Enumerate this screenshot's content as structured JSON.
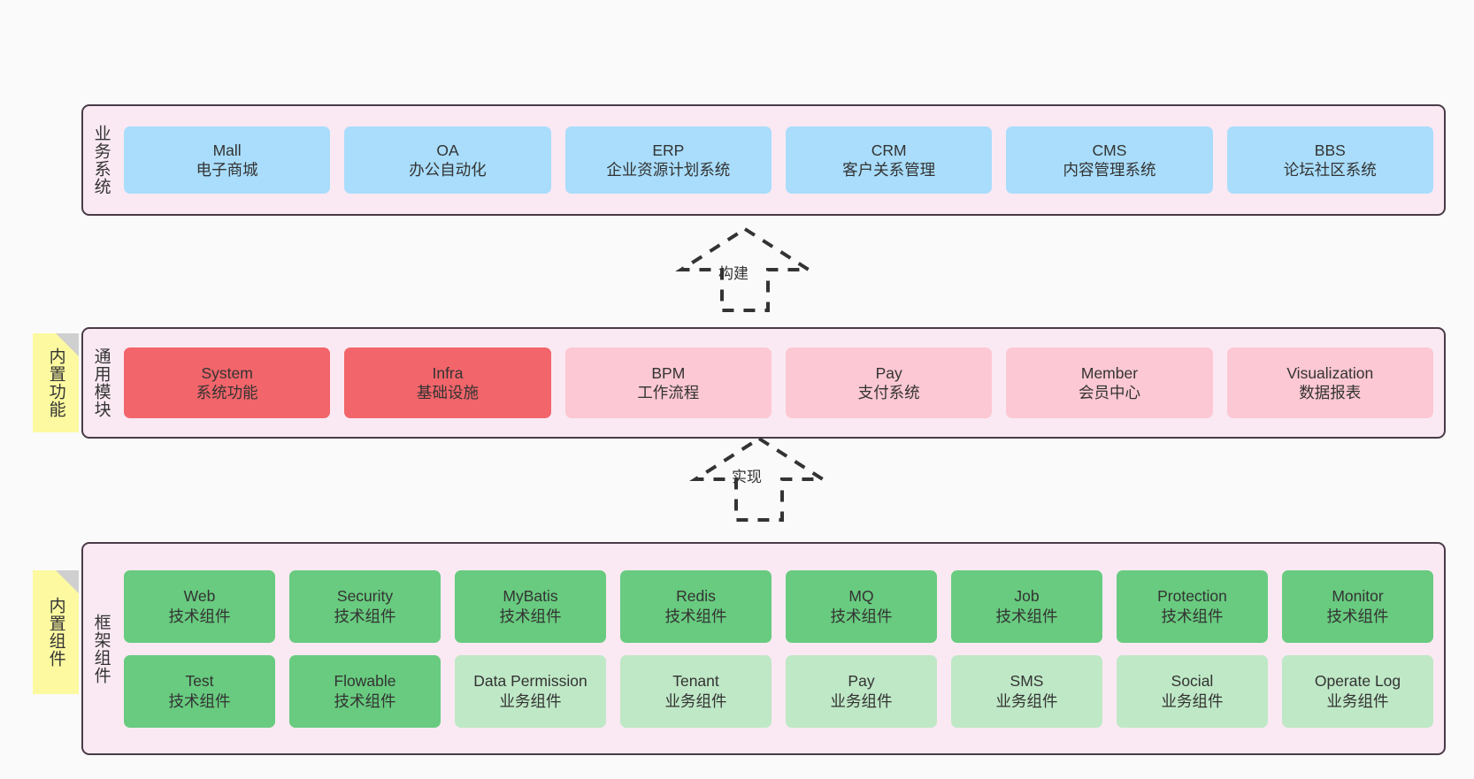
{
  "layers": [
    {
      "id": "business",
      "title": "业务系统",
      "rows": [
        {
          "cells": [
            {
              "en": "Mall",
              "cn": "电子商城",
              "color": "blue"
            },
            {
              "en": "OA",
              "cn": "办公自动化",
              "color": "blue"
            },
            {
              "en": "ERP",
              "cn": "企业资源计划系统",
              "color": "blue"
            },
            {
              "en": "CRM",
              "cn": "客户关系管理",
              "color": "blue"
            },
            {
              "en": "CMS",
              "cn": "内容管理系统",
              "color": "blue"
            },
            {
              "en": "BBS",
              "cn": "论坛社区系统",
              "color": "blue"
            }
          ]
        }
      ]
    },
    {
      "id": "modules",
      "title": "通用模块",
      "note": "内置功能",
      "rows": [
        {
          "cells": [
            {
              "en": "System",
              "cn": "系统功能",
              "color": "red"
            },
            {
              "en": "Infra",
              "cn": "基础设施",
              "color": "red"
            },
            {
              "en": "BPM",
              "cn": "工作流程",
              "color": "pink"
            },
            {
              "en": "Pay",
              "cn": "支付系统",
              "color": "pink"
            },
            {
              "en": "Member",
              "cn": "会员中心",
              "color": "pink"
            },
            {
              "en": "Visualization",
              "cn": "数据报表",
              "color": "pink"
            }
          ]
        }
      ]
    },
    {
      "id": "framework",
      "title": "框架组件",
      "note": "内置组件",
      "rows": [
        {
          "cells": [
            {
              "en": "Web",
              "cn": "技术组件",
              "color": "green"
            },
            {
              "en": "Security",
              "cn": "技术组件",
              "color": "green"
            },
            {
              "en": "MyBatis",
              "cn": "技术组件",
              "color": "green"
            },
            {
              "en": "Redis",
              "cn": "技术组件",
              "color": "green"
            },
            {
              "en": "MQ",
              "cn": "技术组件",
              "color": "green"
            },
            {
              "en": "Job",
              "cn": "技术组件",
              "color": "green"
            },
            {
              "en": "Protection",
              "cn": "技术组件",
              "color": "green"
            },
            {
              "en": "Monitor",
              "cn": "技术组件",
              "color": "green"
            }
          ]
        },
        {
          "cells": [
            {
              "en": "Test",
              "cn": "技术组件",
              "color": "green"
            },
            {
              "en": "Flowable",
              "cn": "技术组件",
              "color": "green"
            },
            {
              "en": "Data Permission",
              "cn": "业务组件",
              "color": "green-light"
            },
            {
              "en": "Tenant",
              "cn": "业务组件",
              "color": "green-light"
            },
            {
              "en": "Pay",
              "cn": "业务组件",
              "color": "green-light"
            },
            {
              "en": "SMS",
              "cn": "业务组件",
              "color": "green-light"
            },
            {
              "en": "Social",
              "cn": "业务组件",
              "color": "green-light"
            },
            {
              "en": "Operate Log",
              "cn": "业务组件",
              "color": "green-light"
            }
          ]
        }
      ]
    }
  ],
  "arrows": [
    {
      "id": "build",
      "label": "构建"
    },
    {
      "id": "impl",
      "label": "实现"
    }
  ],
  "colors": {
    "panel_bg": "#fae9f3",
    "panel_border": "#4a3b48",
    "blue": "#a9ddfb",
    "red": "#f2656a",
    "pink": "#fcc8d3",
    "green": "#68cb7f",
    "green_light": "#bfe8c6",
    "note_bg": "#fcf9a0",
    "note_fold": "#cfcfcf",
    "canvas_bg": "#fafafa",
    "text": "#333333"
  }
}
